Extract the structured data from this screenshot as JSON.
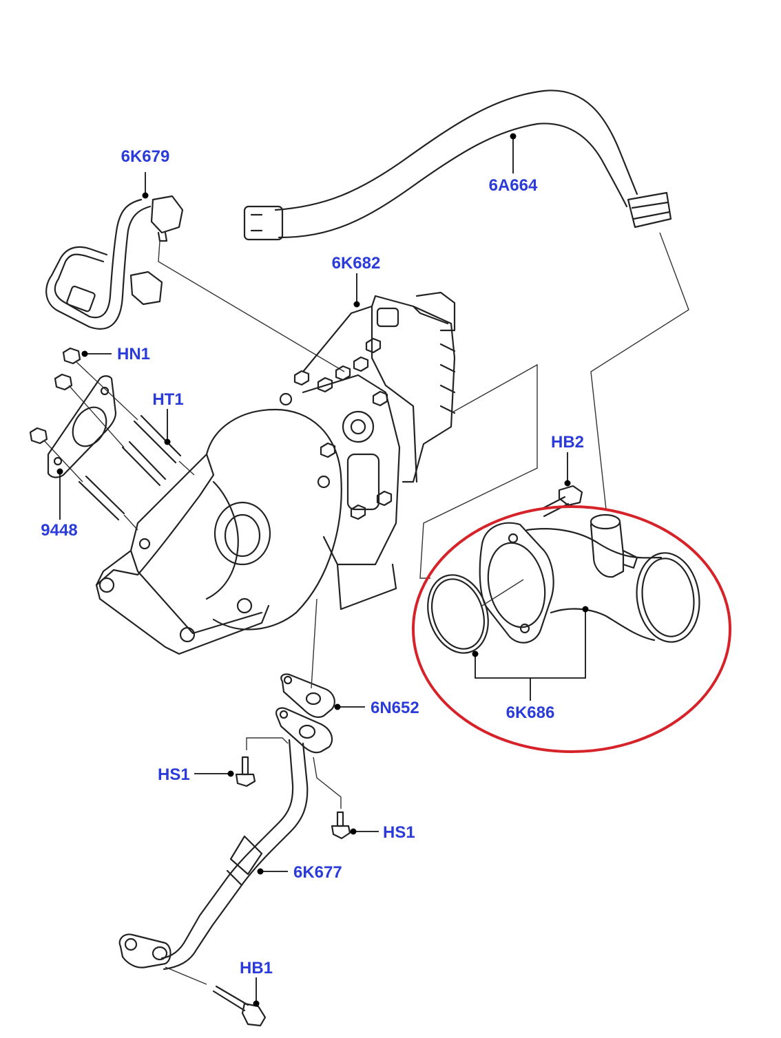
{
  "colors": {
    "label": "#2b3bd9",
    "highlight": "#d6232a",
    "line": "#222222"
  },
  "labels": {
    "p_6K679": "6K679",
    "p_6A664": "6A664",
    "p_6K682": "6K682",
    "p_HN1": "HN1",
    "p_HT1": "HT1",
    "p_HB2": "HB2",
    "p_9448": "9448",
    "p_6N652": "6N652",
    "p_6K686": "6K686",
    "p_HS1_left": "HS1",
    "p_HS1_right": "HS1",
    "p_6K677": "6K677",
    "p_HB1": "HB1"
  }
}
